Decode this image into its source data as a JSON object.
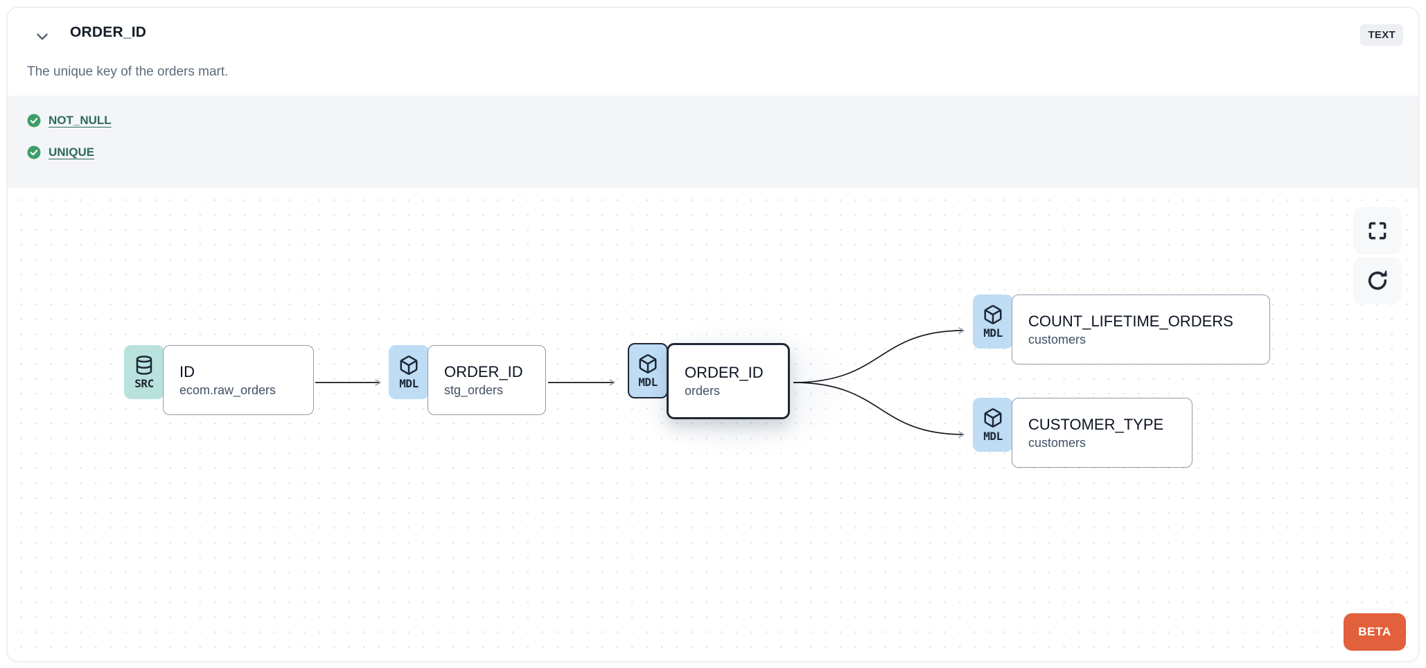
{
  "header": {
    "title": "ORDER_ID",
    "type_badge": "TEXT",
    "description": "The unique key of the orders mart."
  },
  "tests": [
    {
      "label": "NOT_NULL",
      "status": "pass"
    },
    {
      "label": "UNIQUE",
      "status": "pass"
    }
  ],
  "lineage": {
    "nodes": [
      {
        "kind": "SRC",
        "icon": "database-icon",
        "title": "ID",
        "subtitle": "ecom.raw_orders",
        "selected": false
      },
      {
        "kind": "MDL",
        "icon": "cube-icon",
        "title": "ORDER_ID",
        "subtitle": "stg_orders",
        "selected": false
      },
      {
        "kind": "MDL",
        "icon": "cube-icon",
        "title": "ORDER_ID",
        "subtitle": "orders",
        "selected": true
      },
      {
        "kind": "MDL",
        "icon": "cube-icon",
        "title": "COUNT_LIFETIME_ORDERS",
        "subtitle": "customers",
        "selected": false
      },
      {
        "kind": "MDL",
        "icon": "cube-icon",
        "title": "CUSTOMER_TYPE",
        "subtitle": "customers",
        "selected": false
      }
    ],
    "edges": [
      {
        "source": "ID ecom.raw_orders",
        "target": "ORDER_ID stg_orders"
      },
      {
        "source": "ORDER_ID stg_orders",
        "target": "ORDER_ID orders"
      },
      {
        "source": "ORDER_ID orders",
        "target": "COUNT_LIFETIME_ORDERS customers"
      },
      {
        "source": "ORDER_ID orders",
        "target": "CUSTOMER_TYPE customers"
      }
    ]
  },
  "canvas_controls": {
    "fullscreen_icon": "maximize-icon",
    "refresh_icon": "refresh-icon"
  },
  "beta_label": "BETA",
  "colors": {
    "test_pass_green": "#3d9e6a",
    "test_link_teal": "#2b6a5d",
    "src_badge_teal": "#b9e2dc",
    "mdl_badge_blue": "#bedcf4",
    "selected_border": "#1e2733",
    "beta_orange": "#e2603c",
    "tests_section_bg": "#f3f5f7"
  }
}
